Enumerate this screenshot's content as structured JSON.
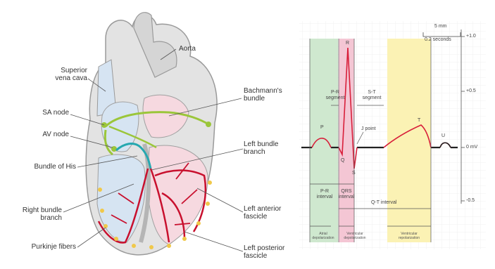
{
  "heart": {
    "labels": {
      "aorta": "Aorta",
      "superior_vena_cava": "Superior\nvena cava",
      "bachmanns_bundle": "Bachmann's\nbundle",
      "sa_node": "SA node",
      "av_node": "AV node",
      "left_bundle_branch": "Left bundle\nbranch",
      "bundle_of_his": "Bundle of His",
      "right_bundle_branch": "Right bundle\nbranch",
      "left_anterior_fascicle": "Left anterior\nfascicle",
      "purkinje_fibers": "Purkinje fibers",
      "left_posterior_fascicle": "Left posterior\nfascicle"
    }
  },
  "ecg": {
    "scale_time": "5 mm",
    "scale_seconds": "0.2 seconds",
    "y_ticks": [
      "+1.0",
      "+0.5",
      "0 mV",
      "-0.5"
    ],
    "waves": {
      "p": "P",
      "q": "Q",
      "r": "R",
      "s": "S",
      "t": "T",
      "u": "U"
    },
    "labels": {
      "pr_segment": "P-R\nsegment",
      "st_segment": "S-T\nsegment",
      "j_point": "J point",
      "pr_interval": "P-R\ninterval",
      "qrs_interval": "QRS\ninterval",
      "qt_interval": "Q-T interval",
      "atrial_depol": "Atrial\ndepolarization",
      "ventricular_depol": "Ventricular\ndepolarization",
      "ventricular_repol": "Ventricular\nrepolarization"
    },
    "colors": {
      "atrial_band": "#cfe8cf",
      "qrs_band": "#f4c6d4",
      "repol_band": "#fbf2b4",
      "trace": "#d81f3a",
      "baseline": "#222222"
    }
  }
}
